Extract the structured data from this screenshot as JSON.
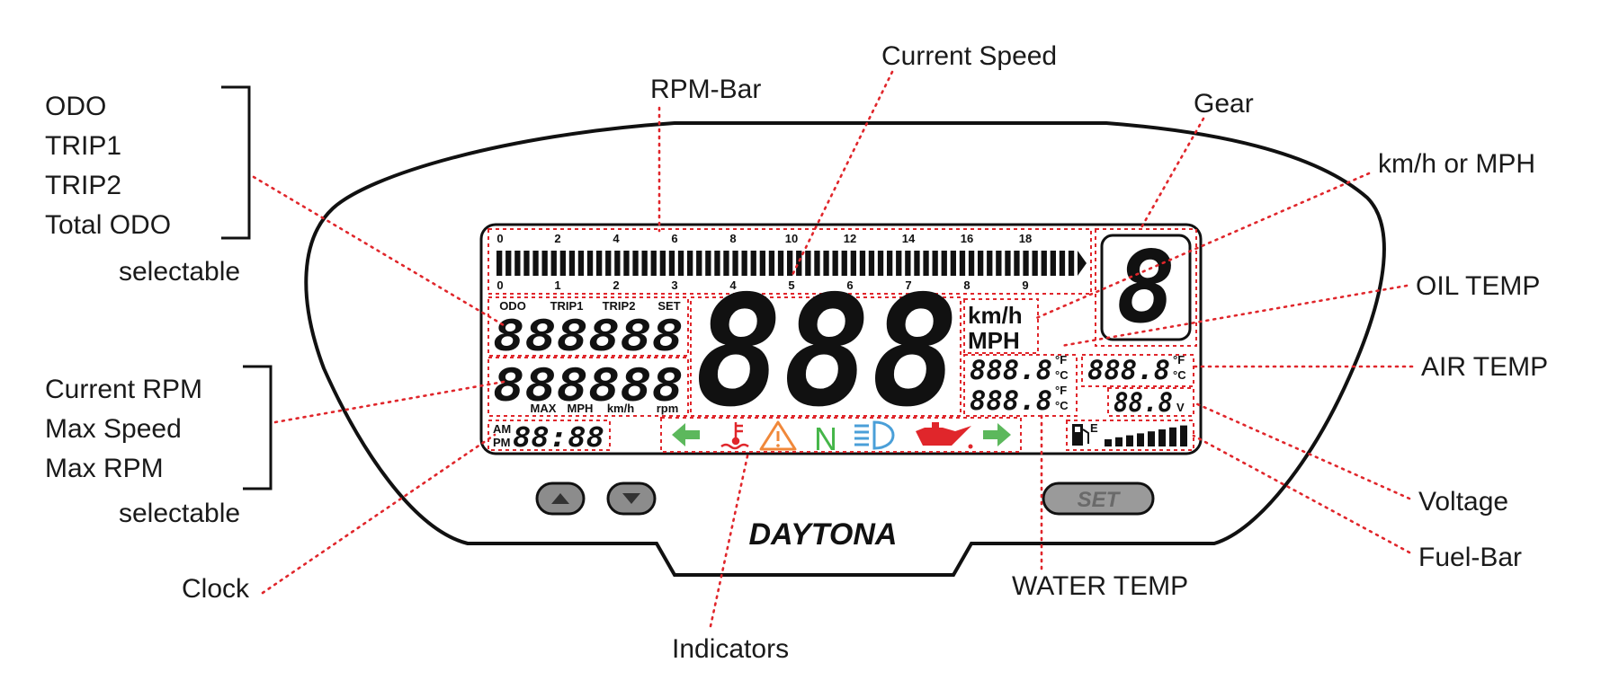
{
  "labels": {
    "odo_group": [
      "ODO",
      "TRIP1",
      "TRIP2",
      "Total ODO"
    ],
    "odo_selectable": "selectable",
    "rpm_group": [
      "Current RPM",
      "Max Speed",
      "Max RPM"
    ],
    "rpm_selectable": "selectable",
    "clock": "Clock",
    "rpm_bar": "RPM-Bar",
    "current_speed": "Current Speed",
    "gear": "Gear",
    "speed_unit_label": "km/h or MPH",
    "oil_temp": "OIL TEMP",
    "air_temp": "AIR TEMP",
    "voltage": "Voltage",
    "fuel_bar": "Fuel-Bar",
    "water_temp": "WATER TEMP",
    "indicators": "Indicators"
  },
  "display": {
    "rpm_top_ticks": [
      "0",
      "2",
      "4",
      "6",
      "8",
      "10",
      "12",
      "14",
      "16",
      "18"
    ],
    "rpm_bottom_ticks": [
      "0",
      "1",
      "2",
      "3",
      "4",
      "5",
      "6",
      "7",
      "8",
      "9"
    ],
    "odo_modes": [
      "ODO",
      "TRIP1",
      "TRIP2",
      "SET"
    ],
    "odo_digits": "888888",
    "rpm_digits": "888888",
    "rpm_modes": [
      "MAX",
      "MPH",
      "km/h",
      "rpm"
    ],
    "speed_digits": "888",
    "unit_kmh": "km/h",
    "unit_mph": "MPH",
    "gear_digit": "8",
    "temp_digits": "888.8",
    "temp_unit_f": "°F",
    "temp_unit_c": "°C",
    "volt_digits": "88.8",
    "volt_unit": "V",
    "clock_am": "AM",
    "clock_pm": "PM",
    "clock_digits": "88:88",
    "fuel_e": "E",
    "fuel_level": 1.0,
    "indicator_icons": [
      "left-arrow-icon",
      "water-temp-icon",
      "warning-icon",
      "neutral-icon",
      "headlight-icon",
      "oil-can-icon",
      "right-arrow-icon"
    ],
    "neutral_letter": "N",
    "set_button": "SET",
    "brand": "DAYTONA"
  },
  "colors": {
    "lead_lines": "#e0262b",
    "arrow_green": "#5cb85c",
    "warning_orange": "#f0883a",
    "temp_red": "#e0262b",
    "neutral_green": "#45b649",
    "headlight_blue": "#4a9fd8",
    "oil_red": "#e0262b"
  }
}
